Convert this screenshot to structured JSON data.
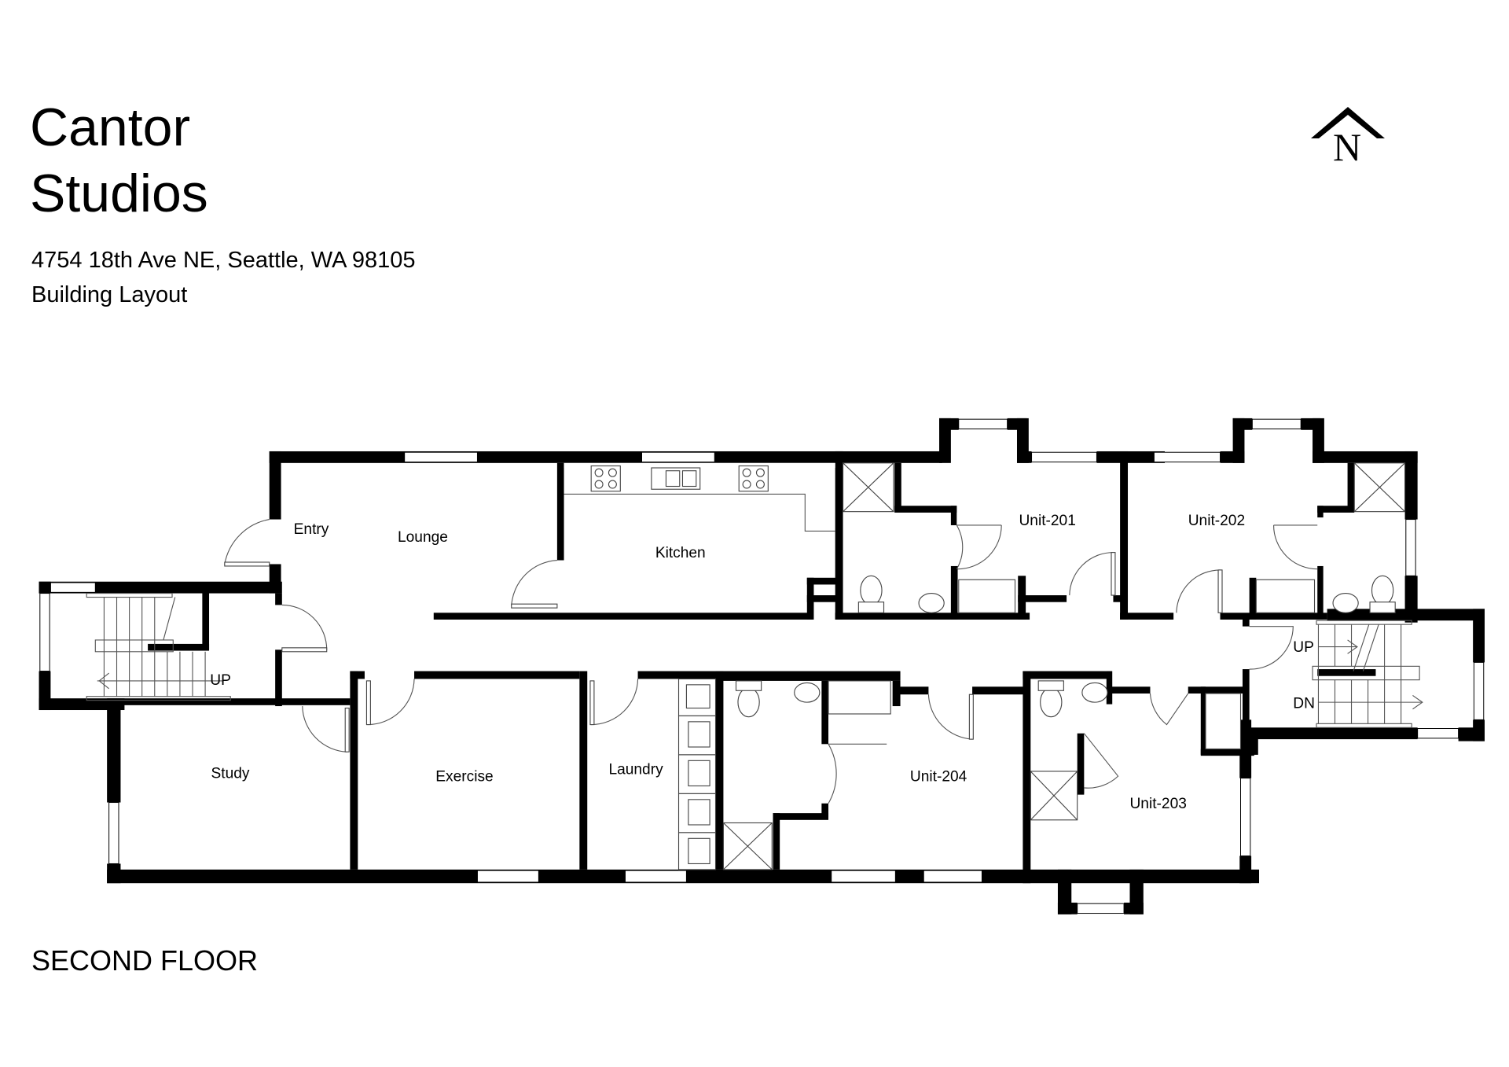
{
  "header": {
    "title_line1": "Cantor",
    "title_line2": "Studios",
    "address": "4754 18th Ave NE, Seattle, WA 98105",
    "subtitle": "Building Layout"
  },
  "compass": {
    "label": "N",
    "icon": "north-arrow-icon"
  },
  "floor_label": "SECOND FLOOR",
  "rooms": {
    "entry": "Entry",
    "lounge": "Lounge",
    "kitchen": "Kitchen",
    "unit201": "Unit-201",
    "unit202": "Unit-202",
    "study": "Study",
    "exercise": "Exercise",
    "laundry": "Laundry",
    "unit204": "Unit-204",
    "unit203": "Unit-203"
  },
  "stairs": {
    "west_up": "UP",
    "east_up": "UP",
    "east_dn": "DN"
  },
  "colors": {
    "wall": "#000000",
    "background": "#ffffff",
    "fixture": "#444444"
  }
}
